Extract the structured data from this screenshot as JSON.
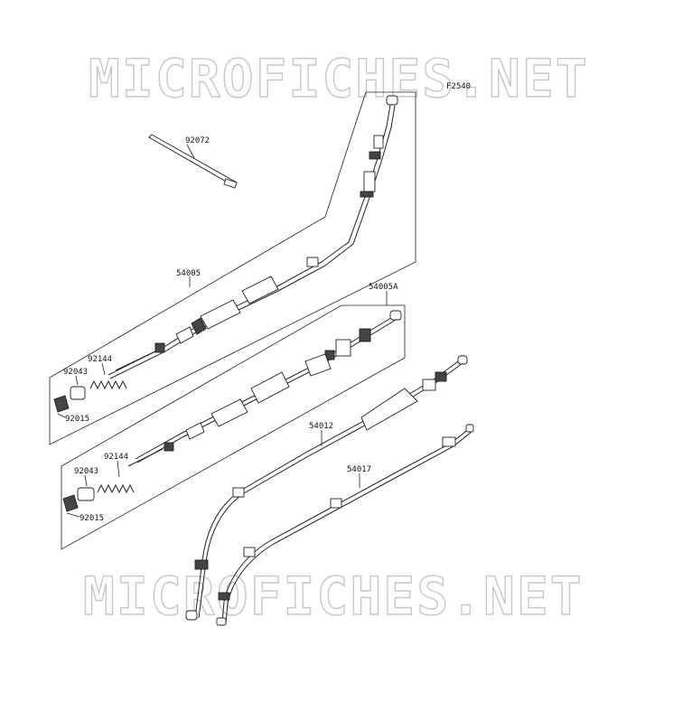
{
  "watermark": {
    "text": "MICROFICHES.NET"
  },
  "figure_code": "F2540",
  "callouts": {
    "c92072": "92072",
    "c54005": "54005",
    "c54005A": "54005A",
    "c92144a": "92144",
    "c92043a": "92043",
    "c92015a": "92015",
    "c92144b": "92144",
    "c92043b": "92043",
    "c92015b": "92015",
    "c54012": "54012",
    "c54017": "54017"
  }
}
